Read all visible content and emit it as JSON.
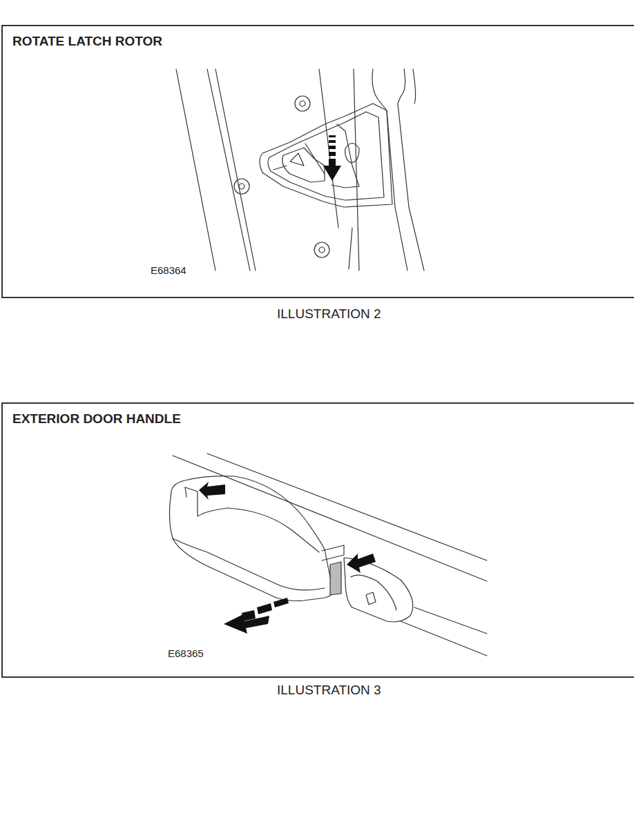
{
  "diagram": {
    "nodes": [
      {
        "text": [
          "ROTATE LATCH ROTOR",
          "E68364"
        ]
      },
      {
        "text": [
          "EXTERIOR DOOR HANDLE",
          "E68365"
        ]
      }
    ],
    "labels": [
      "ILLUSTRATION 2",
      "ILLUSTRATION 3"
    ]
  }
}
